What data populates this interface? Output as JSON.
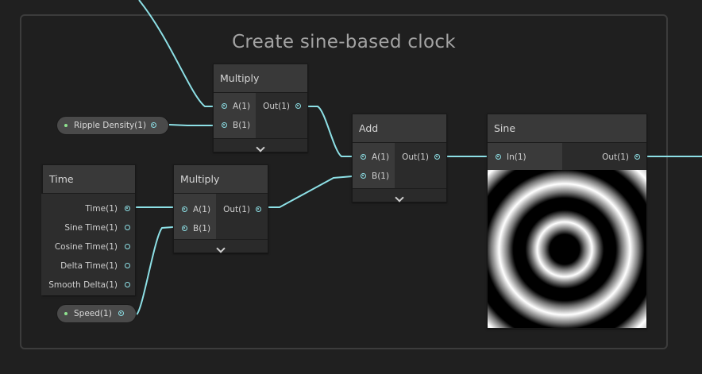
{
  "group": {
    "title": "Create sine-based clock"
  },
  "nodes": {
    "multiply_top": {
      "title": "Multiply",
      "inputs": [
        "A(1)",
        "B(1)"
      ],
      "output": "Out(1)"
    },
    "add": {
      "title": "Add",
      "inputs": [
        "A(1)",
        "B(1)"
      ],
      "output": "Out(1)"
    },
    "sine": {
      "title": "Sine",
      "input": "In(1)",
      "output": "Out(1)"
    },
    "time": {
      "title": "Time",
      "outputs": [
        "Time(1)",
        "Sine Time(1)",
        "Cosine Time(1)",
        "Delta Time(1)",
        "Smooth Delta(1)"
      ]
    },
    "multiply_bottom": {
      "title": "Multiply",
      "inputs": [
        "A(1)",
        "B(1)"
      ],
      "output": "Out(1)"
    }
  },
  "properties": {
    "ripple_density": "Ripple Density(1)",
    "speed": "Speed(1)"
  },
  "colors": {
    "wire": "#8de0e6",
    "background": "#202020",
    "node": "#2d2d2d",
    "header": "#393939",
    "property_bullet": "#8fe38f"
  },
  "icons": [
    "port-icon",
    "chevron-down-icon",
    "property-bullet-icon"
  ]
}
